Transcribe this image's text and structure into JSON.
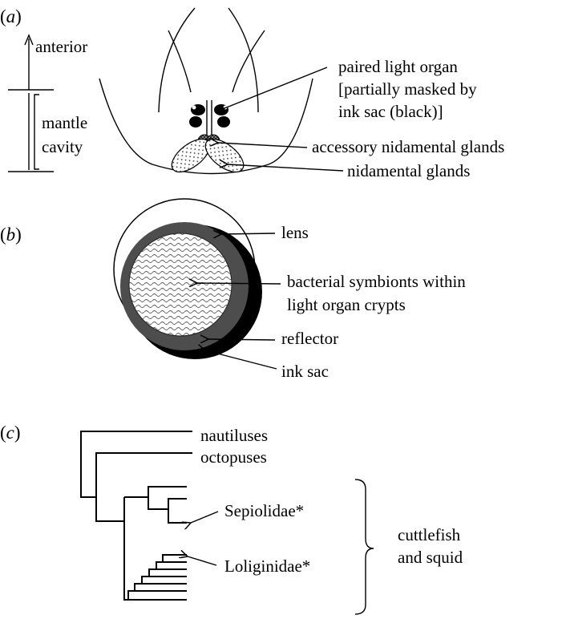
{
  "panel_a": {
    "label_open": "(",
    "label_letter": "a",
    "label_close": ")",
    "anterior": "anterior",
    "mantle_line1": "mantle",
    "mantle_line2": "cavity",
    "light_organ_line1": "paired light organ",
    "light_organ_line2": "[partially masked by",
    "light_organ_line3": "ink sac (black)]",
    "accessory": "accessory nidamental glands",
    "nidamental": "nidamental glands"
  },
  "panel_b": {
    "label_open": "(",
    "label_letter": "b",
    "label_close": ")",
    "lens": "lens",
    "symbionts_line1": "bacterial symbionts within",
    "symbionts_line2": "light organ crypts",
    "reflector": "reflector",
    "ink_sac": "ink sac",
    "colors": {
      "ink": "#000000",
      "reflector": "#4d4d4d",
      "lens": "#ffffff"
    }
  },
  "panel_c": {
    "label_open": "(",
    "label_letter": "c",
    "label_close": ")",
    "nautiluses": "nautiluses",
    "octopuses": "octopuses",
    "sepiolidae": "Sepiolidae*",
    "loliginidae": "Loliginidae*",
    "group_line1": "cuttlefish",
    "group_line2": "and squid"
  }
}
